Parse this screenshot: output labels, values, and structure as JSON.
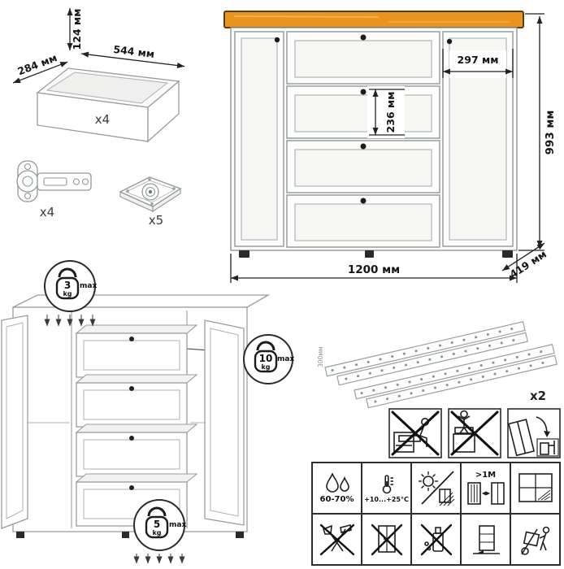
{
  "palette": {
    "wood": "#E8941F",
    "wood_dark": "#5b3c10",
    "wood_light": "#F6BE66",
    "outline_gray": "#8f979a",
    "dim_black": "#161616"
  },
  "drawer_box": {
    "height": "124 мм",
    "width": "544 мм",
    "depth": "284 мм",
    "count": "x4"
  },
  "hinge": {
    "count": "x4"
  },
  "feet": {
    "count": "x5"
  },
  "commode": {
    "height": "993 мм",
    "width": "1200 мм",
    "depth": "419 мм",
    "door_width": "297 мм",
    "drawer_height": "236 мм"
  },
  "load_limits": {
    "top": {
      "value": "3",
      "unit": "kg",
      "suffix": "max"
    },
    "shelf": {
      "value": "10",
      "unit": "kg",
      "suffix": "max"
    },
    "drawer": {
      "value": "5",
      "unit": "kg",
      "suffix": "max"
    }
  },
  "slides": {
    "count": "x2",
    "length": "300мм"
  },
  "care": {
    "humidity": "60-70%",
    "temperature": "+10...+25°C",
    "distance": ">1M"
  },
  "icons": {
    "kettlebell-icon": "weight-limit",
    "no-sit-icon": "do-not-sit-on-open-drawer",
    "no-climb-icon": "do-not-climb-on-unit",
    "tip-over-icon": "anchor-to-wall-warning",
    "droplets-icon": "air-humidity",
    "thermometer-icon": "temperature-range",
    "sun-icon": "protect-from-direct-sunlight",
    "heat-distance-icon": "keep-1m-from-heat-source",
    "window-icon": "ventilated-room",
    "no-tools-icon": "no-axe-hammer-impact",
    "no-door-load-icon": "no-load-on-doors",
    "no-solvents-icon": "no-aggressive-cleaners",
    "leveling-icon": "level-on-floor",
    "dolly-transport-icon": "move-with-equipment"
  }
}
